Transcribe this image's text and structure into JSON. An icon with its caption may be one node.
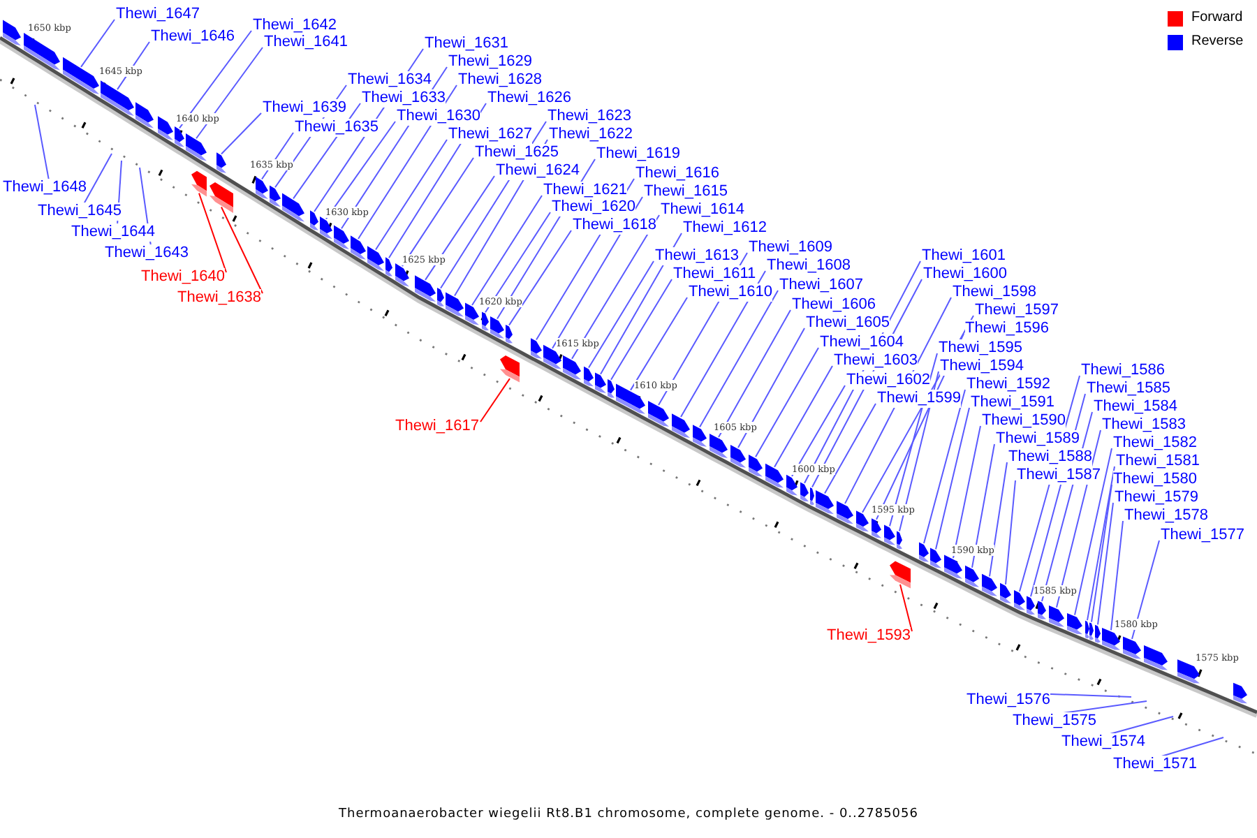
{
  "diagram": {
    "caption": "Thermoanaerobacter wiegelii Rt8.B1 chromosome, complete genome. - 0..2785056",
    "nodes": [
      {
        "text": [
          "Thewi_1647"
        ]
      },
      {
        "text": [
          "Thewi_1646"
        ]
      },
      {
        "text": [
          "Thewi_1642"
        ]
      },
      {
        "text": [
          "Thewi_1641"
        ]
      },
      {
        "text": [
          "Thewi_1631"
        ]
      },
      {
        "text": [
          "Thewi_1629"
        ]
      },
      {
        "text": [
          "Thewi_1634"
        ]
      },
      {
        "text": [
          "Thewi_1628"
        ]
      },
      {
        "text": [
          "Thewi_1633"
        ]
      },
      {
        "text": [
          "Thewi_1626"
        ]
      },
      {
        "text": [
          "Thewi_1639"
        ]
      },
      {
        "text": [
          "Thewi_1630"
        ]
      },
      {
        "text": [
          "Thewi_1623"
        ]
      },
      {
        "text": [
          "Thewi_1635"
        ]
      },
      {
        "text": [
          "Thewi_1627"
        ]
      },
      {
        "text": [
          "Thewi_1622"
        ]
      },
      {
        "text": [
          "Thewi_1625"
        ]
      },
      {
        "text": [
          "Thewi_1619"
        ]
      },
      {
        "text": [
          "Thewi_1624"
        ]
      },
      {
        "text": [
          "Thewi_1616"
        ]
      },
      {
        "text": [
          "Thewi_1648"
        ]
      },
      {
        "text": [
          "Thewi_1621"
        ]
      },
      {
        "text": [
          "Thewi_1615"
        ]
      },
      {
        "text": [
          "Thewi_1645"
        ]
      },
      {
        "text": [
          "Thewi_1620"
        ]
      },
      {
        "text": [
          "Thewi_1614"
        ]
      },
      {
        "text": [
          "Thewi_1644"
        ]
      },
      {
        "text": [
          "Thewi_1618"
        ]
      },
      {
        "text": [
          "Thewi_1612"
        ]
      },
      {
        "text": [
          "Thewi_1643"
        ]
      },
      {
        "text": [
          "Thewi_1613"
        ]
      },
      {
        "text": [
          "Thewi_1609"
        ]
      },
      {
        "text": [
          "Thewi_1640"
        ]
      },
      {
        "text": [
          "Thewi_1611"
        ]
      },
      {
        "text": [
          "Thewi_1608"
        ]
      },
      {
        "text": [
          "Thewi_1638"
        ]
      },
      {
        "text": [
          "Thewi_1610"
        ]
      },
      {
        "text": [
          "Thewi_1607"
        ]
      },
      {
        "text": [
          "Thewi_1601"
        ]
      },
      {
        "text": [
          "Thewi_1600"
        ]
      },
      {
        "text": [
          "Thewi_1606"
        ]
      },
      {
        "text": [
          "Thewi_1598"
        ]
      },
      {
        "text": [
          "Thewi_1605"
        ]
      },
      {
        "text": [
          "Thewi_1597"
        ]
      },
      {
        "text": [
          "Thewi_1604"
        ]
      },
      {
        "text": [
          "Thewi_1596"
        ]
      },
      {
        "text": [
          "Thewi_1603"
        ]
      },
      {
        "text": [
          "Thewi_1595"
        ]
      },
      {
        "text": [
          "Thewi_1617"
        ]
      },
      {
        "text": [
          "Thewi_1602"
        ]
      },
      {
        "text": [
          "Thewi_1594"
        ]
      },
      {
        "text": [
          "Thewi_1599"
        ]
      },
      {
        "text": [
          "Thewi_1592"
        ]
      },
      {
        "text": [
          "Thewi_1591"
        ]
      },
      {
        "text": [
          "Thewi_1586"
        ]
      },
      {
        "text": [
          "Thewi_1585"
        ]
      },
      {
        "text": [
          "Thewi_1590"
        ]
      },
      {
        "text": [
          "Thewi_1584"
        ]
      },
      {
        "text": [
          "Thewi_1589"
        ]
      },
      {
        "text": [
          "Thewi_1583"
        ]
      },
      {
        "text": [
          "Thewi_1588"
        ]
      },
      {
        "text": [
          "Thewi_1582"
        ]
      },
      {
        "text": [
          "Thewi_1587"
        ]
      },
      {
        "text": [
          "Thewi_1581"
        ]
      },
      {
        "text": [
          "Thewi_1580"
        ]
      },
      {
        "text": [
          "Thewi_1579"
        ]
      },
      {
        "text": [
          "Thewi_1578"
        ]
      },
      {
        "text": [
          "Thewi_1577"
        ]
      },
      {
        "text": [
          "Thewi_1593"
        ]
      },
      {
        "text": [
          "Thewi_1576"
        ]
      },
      {
        "text": [
          "Thewi_1575"
        ]
      },
      {
        "text": [
          "Thewi_1574"
        ]
      },
      {
        "text": [
          "Thewi_1571"
        ]
      },
      {
        "text": [],
        "shape": "bar"
      },
      {
        "text": [],
        "shape": "bar"
      },
      {
        "text": [],
        "shape": "bar"
      },
      {
        "text": [],
        "shape": "bar"
      },
      {
        "text": [],
        "shape": "bar"
      },
      {
        "text": [],
        "shape": "bar"
      },
      {
        "text": [],
        "shape": "bar"
      },
      {
        "text": [],
        "shape": "bar"
      },
      {
        "text": [],
        "shape": "bar"
      },
      {
        "text": [],
        "shape": "bar"
      },
      {
        "text": [],
        "shape": "bar"
      },
      {
        "text": [],
        "shape": "bar"
      },
      {
        "text": [],
        "shape": "bar"
      },
      {
        "text": [],
        "shape": "bar"
      },
      {
        "text": [],
        "shape": "bar"
      },
      {
        "text": [],
        "shape": "bar"
      },
      {
        "text": [],
        "shape": "bar"
      },
      {
        "text": [],
        "shape": "bar"
      },
      {
        "text": [],
        "shape": "bar"
      },
      {
        "text": [],
        "shape": "bar"
      },
      {
        "text": [],
        "shape": "bar"
      },
      {
        "text": [],
        "shape": "bar"
      },
      {
        "text": [],
        "shape": "bar"
      },
      {
        "text": [],
        "shape": "bar"
      },
      {
        "text": [],
        "shape": "bar"
      },
      {
        "text": [],
        "shape": "bar"
      },
      {
        "text": [],
        "shape": "bar"
      },
      {
        "text": [],
        "shape": "bar"
      },
      {
        "text": [],
        "shape": "bar"
      },
      {
        "text": [],
        "shape": "bar"
      },
      {
        "text": [],
        "shape": "bar"
      },
      {
        "text": [],
        "shape": "bar"
      },
      {
        "text": [],
        "shape": "bar"
      },
      {
        "text": [],
        "shape": "bar"
      },
      {
        "text": [],
        "shape": "bar"
      },
      {
        "text": [],
        "shape": "bar"
      },
      {
        "text": [],
        "shape": "bar"
      },
      {
        "text": [],
        "shape": "bar"
      },
      {
        "text": [],
        "shape": "bar"
      },
      {
        "text": [],
        "shape": "bar"
      },
      {
        "text": [],
        "shape": "bar"
      },
      {
        "text": [],
        "shape": "bar"
      },
      {
        "text": [],
        "shape": "bar"
      },
      {
        "text": [],
        "shape": "bar"
      },
      {
        "text": [],
        "shape": "bar"
      },
      {
        "text": [],
        "shape": "bar"
      },
      {
        "text": [],
        "shape": "bar"
      },
      {
        "text": [],
        "shape": "bar"
      },
      {
        "text": [],
        "shape": "bar"
      },
      {
        "text": [],
        "shape": "bar"
      },
      {
        "text": [],
        "shape": "bar"
      },
      {
        "text": [],
        "shape": "bar"
      },
      {
        "text": [],
        "shape": "bar"
      },
      {
        "text": [],
        "shape": "bar"
      },
      {
        "text": [],
        "shape": "bar"
      },
      {
        "text": [],
        "shape": "bar"
      },
      {
        "text": [],
        "shape": "bar"
      },
      {
        "text": [],
        "shape": "bar"
      },
      {
        "text": [],
        "shape": "bar"
      },
      {
        "text": [],
        "shape": "bar"
      },
      {
        "text": [],
        "shape": "bar"
      },
      {
        "text": [],
        "shape": "bar"
      },
      {
        "text": [],
        "shape": "bar"
      },
      {
        "text": [],
        "shape": "bar"
      },
      {
        "text": [],
        "shape": "bar"
      },
      {
        "text": [],
        "shape": "bar"
      },
      {
        "text": [],
        "shape": "bar"
      },
      {
        "text": [],
        "shape": "bar"
      },
      {
        "text": [],
        "shape": "bar"
      },
      {
        "text": [],
        "shape": "bar"
      },
      {
        "text": [],
        "shape": "bar"
      },
      {
        "text": [],
        "shape": "bar"
      }
    ],
    "edges": [
      {
        "from": 0,
        "to": 75,
        "arrow": "none"
      },
      {
        "from": 1,
        "to": 76,
        "arrow": "none"
      },
      {
        "from": 2,
        "to": 79,
        "arrow": "none"
      },
      {
        "from": 3,
        "to": 80,
        "arrow": "none"
      },
      {
        "from": 4,
        "to": 87,
        "arrow": "none"
      },
      {
        "from": 5,
        "to": 89,
        "arrow": "none"
      },
      {
        "from": 6,
        "to": 85,
        "arrow": "none"
      },
      {
        "from": 7,
        "to": 90,
        "arrow": "none"
      },
      {
        "from": 8,
        "to": 86,
        "arrow": "none"
      },
      {
        "from": 9,
        "to": 92,
        "arrow": "none"
      },
      {
        "from": 10,
        "to": 83,
        "arrow": "none"
      },
      {
        "from": 11,
        "to": 88,
        "arrow": "none"
      },
      {
        "from": 12,
        "to": 95,
        "arrow": "none"
      },
      {
        "from": 13,
        "to": 84,
        "arrow": "none"
      },
      {
        "from": 14,
        "to": 91,
        "arrow": "none"
      },
      {
        "from": 15,
        "to": 96,
        "arrow": "none"
      },
      {
        "from": 16,
        "to": 93,
        "arrow": "none"
      },
      {
        "from": 17,
        "to": 99,
        "arrow": "none"
      },
      {
        "from": 18,
        "to": 94,
        "arrow": "none"
      },
      {
        "from": 19,
        "to": 102,
        "arrow": "none"
      },
      {
        "from": 20,
        "to": null,
        "arrow": "none"
      },
      {
        "from": 21,
        "to": 97,
        "arrow": "none"
      },
      {
        "from": 22,
        "to": 103,
        "arrow": "none"
      },
      {
        "from": 23,
        "to": null,
        "arrow": "none"
      },
      {
        "from": 24,
        "to": 98,
        "arrow": "none"
      },
      {
        "from": 25,
        "to": 104,
        "arrow": "none"
      },
      {
        "from": 26,
        "to": null,
        "arrow": "none"
      },
      {
        "from": 27,
        "to": 100,
        "arrow": "none"
      },
      {
        "from": 28,
        "to": 106,
        "arrow": "none"
      },
      {
        "from": 29,
        "to": null,
        "arrow": "none"
      },
      {
        "from": 30,
        "to": 105,
        "arrow": "none"
      },
      {
        "from": 31,
        "to": 109,
        "arrow": "none"
      },
      {
        "from": 32,
        "to": 81,
        "arrow": "none",
        "color": "#ff0000"
      },
      {
        "from": 33,
        "to": 107,
        "arrow": "none"
      },
      {
        "from": 34,
        "to": 110,
        "arrow": "none"
      },
      {
        "from": 35,
        "to": 82,
        "arrow": "none",
        "color": "#ff0000"
      },
      {
        "from": 36,
        "to": 108,
        "arrow": "none"
      },
      {
        "from": 37,
        "to": 111,
        "arrow": "none"
      },
      {
        "from": 38,
        "to": 117,
        "arrow": "none"
      },
      {
        "from": 39,
        "to": 118,
        "arrow": "none"
      },
      {
        "from": 40,
        "to": 112,
        "arrow": "none"
      },
      {
        "from": 41,
        "to": 120,
        "arrow": "none"
      },
      {
        "from": 42,
        "to": 113,
        "arrow": "none"
      },
      {
        "from": 43,
        "to": 121,
        "arrow": "none"
      },
      {
        "from": 44,
        "to": 114,
        "arrow": "none"
      },
      {
        "from": 45,
        "to": 122,
        "arrow": "none"
      },
      {
        "from": 46,
        "to": 115,
        "arrow": "none"
      },
      {
        "from": 47,
        "to": 123,
        "arrow": "none"
      },
      {
        "from": 48,
        "to": 101,
        "arrow": "none",
        "color": "#ff0000"
      },
      {
        "from": 49,
        "to": 116,
        "arrow": "none"
      },
      {
        "from": 50,
        "to": 124,
        "arrow": "none"
      },
      {
        "from": 51,
        "to": 119,
        "arrow": "none"
      },
      {
        "from": 52,
        "to": 126,
        "arrow": "none"
      },
      {
        "from": 53,
        "to": 127,
        "arrow": "none"
      },
      {
        "from": 54,
        "to": 132,
        "arrow": "none"
      },
      {
        "from": 55,
        "to": 133,
        "arrow": "none"
      },
      {
        "from": 56,
        "to": 128,
        "arrow": "none"
      },
      {
        "from": 57,
        "to": 134,
        "arrow": "none"
      },
      {
        "from": 58,
        "to": 129,
        "arrow": "none"
      },
      {
        "from": 59,
        "to": 135,
        "arrow": "none"
      },
      {
        "from": 60,
        "to": 130,
        "arrow": "none"
      },
      {
        "from": 61,
        "to": 136,
        "arrow": "none"
      },
      {
        "from": 62,
        "to": 131,
        "arrow": "none"
      },
      {
        "from": 63,
        "to": 137,
        "arrow": "none"
      },
      {
        "from": 64,
        "to": 138,
        "arrow": "none"
      },
      {
        "from": 65,
        "to": 139,
        "arrow": "none"
      },
      {
        "from": 66,
        "to": 140,
        "arrow": "none"
      },
      {
        "from": 67,
        "to": 141,
        "arrow": "none"
      },
      {
        "from": 68,
        "to": 125,
        "arrow": "none",
        "color": "#ff0000"
      },
      {
        "from": 69,
        "to": null,
        "arrow": "none"
      },
      {
        "from": 70,
        "to": null,
        "arrow": "none"
      },
      {
        "from": 71,
        "to": null,
        "arrow": "none"
      },
      {
        "from": 72,
        "to": null,
        "arrow": "none"
      }
    ],
    "labels": [
      "1650 kbp",
      "1645 kbp",
      "1640 kbp",
      "1635 kbp",
      "1630 kbp",
      "1625 kbp",
      "1620 kbp",
      "1615 kbp",
      "1610 kbp",
      "1605 kbp",
      "1600 kbp",
      "1595 kbp",
      "1590 kbp",
      "1585 kbp",
      "1580 kbp",
      "1575 kbp"
    ],
    "legend": [
      {
        "text": "Forward",
        "color": "#ff0000"
      },
      {
        "text": "Reverse",
        "color": "#0000ff"
      }
    ]
  }
}
